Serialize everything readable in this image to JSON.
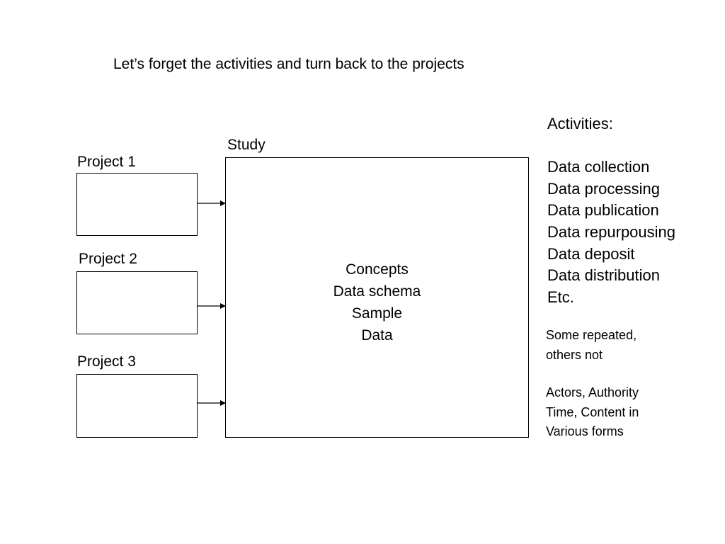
{
  "title": "Let’s forget the activities and turn back to the projects",
  "projects": [
    {
      "label": "Project 1"
    },
    {
      "label": "Project 2"
    },
    {
      "label": "Project 3"
    }
  ],
  "study": {
    "label": "Study",
    "contents": [
      "Concepts",
      "Data schema",
      "Sample",
      "Data"
    ]
  },
  "activities": {
    "heading": "Activities:",
    "items": [
      "Data collection",
      "Data processing",
      "Data publication",
      "Data repurpousing",
      "Data deposit",
      "Data distribution",
      "Etc."
    ]
  },
  "notes": {
    "repeat": [
      "Some repeated,",
      "others not"
    ],
    "actors": [
      "Actors, Authority",
      "Time, Content in",
      "Various forms"
    ]
  }
}
